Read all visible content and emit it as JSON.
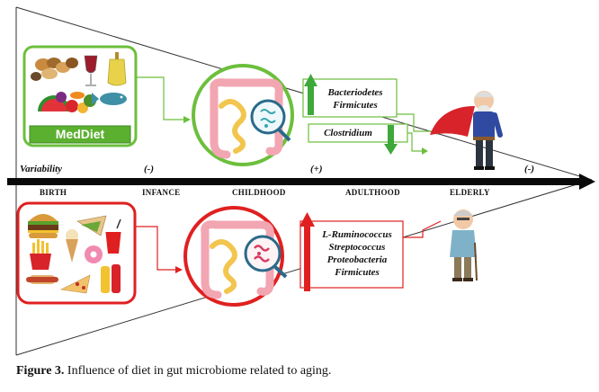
{
  "caption": {
    "label": "Figure 3.",
    "text": " Influence of diet in gut microbiome related to aging."
  },
  "timeline": {
    "variability_label": "Variability",
    "stages": [
      "BIRTH",
      "INFANCE",
      "CHILDHOOD",
      "ADULTHOOD",
      "ELDERLY"
    ],
    "variability_signs": [
      "(-)",
      "(+)",
      "(-)"
    ]
  },
  "top_path": {
    "diet_label": "MedDiet",
    "increase_box": [
      "Bacteriodetes",
      "Firmicutes"
    ],
    "decrease_box": [
      "Clostridium"
    ],
    "color": "#6cbf3c"
  },
  "bottom_path": {
    "increase_box": [
      "L-Ruminococcus",
      "Streptococcus",
      "Proteobacteria",
      "Firmicutes"
    ],
    "color": "#e02020"
  }
}
